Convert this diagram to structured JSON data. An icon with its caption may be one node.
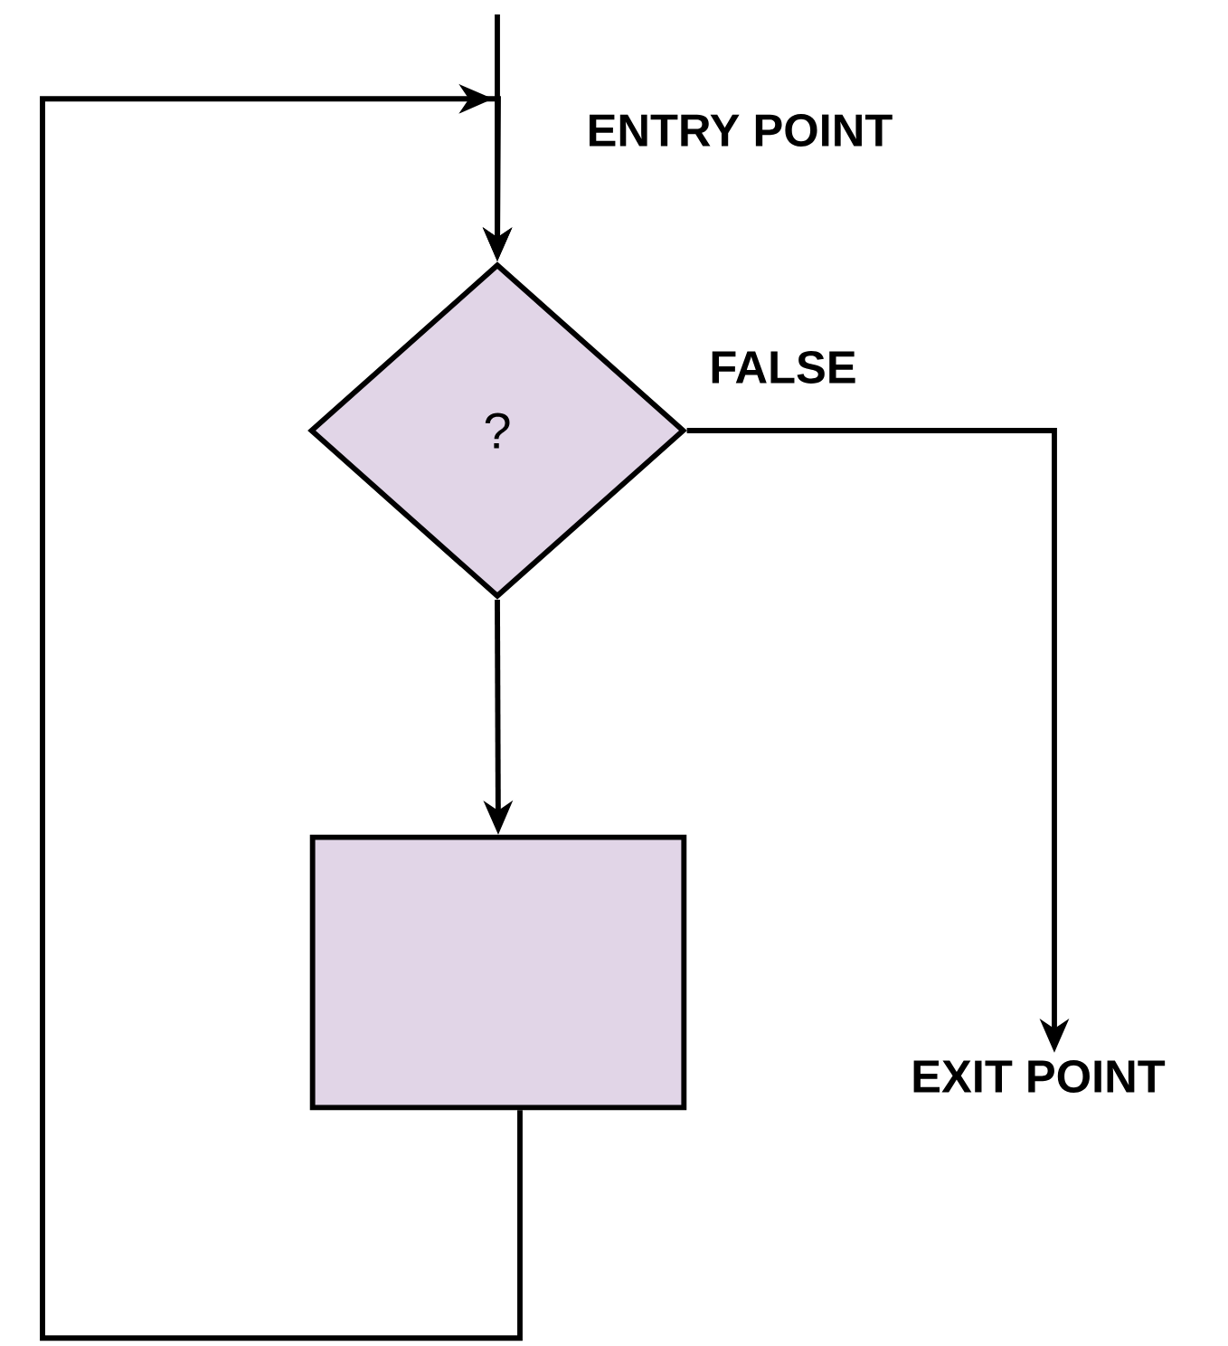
{
  "diagram": {
    "nodes": [
      {
        "text": [
          "?"
        ]
      },
      {
        "text": [],
        "shape": "box"
      },
      {
        "text": [
          "EXIT POINT"
        ]
      }
    ],
    "edges": [
      {
        "from": null,
        "to": 0,
        "arrow": "to"
      },
      {
        "from": 0,
        "to": 1,
        "arrow": "to"
      },
      {
        "from": 0,
        "to": 2,
        "arrow": "to",
        "label": "FALSE"
      },
      {
        "from": 1,
        "to": 0,
        "arrow": "to"
      }
    ],
    "labels": [
      "ENTRY POINT"
    ]
  }
}
